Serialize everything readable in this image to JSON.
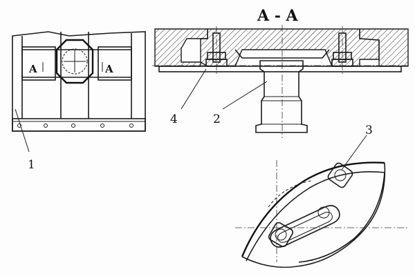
{
  "section_title": "A - A",
  "section_mark_left": "A",
  "section_mark_right": "A",
  "callouts": [
    "1",
    "2",
    "3",
    "4"
  ]
}
